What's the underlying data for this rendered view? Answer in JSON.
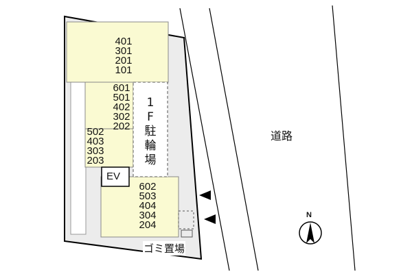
{
  "building": {
    "block_top": [
      "401",
      "301",
      "201",
      "101"
    ],
    "block_mid": [
      "601",
      "501",
      "402",
      "302",
      "202"
    ],
    "block_left": [
      "502",
      "403",
      "303",
      "203"
    ],
    "block_bottom": [
      "602",
      "503",
      "404",
      "304",
      "204"
    ],
    "elevator": "EV",
    "parking_chars": [
      "1",
      "F",
      "駐",
      "輪",
      "場"
    ],
    "garbage": "ゴミ置場"
  },
  "road": {
    "label": "道路"
  },
  "compass": {
    "north": "N"
  },
  "colors": {
    "building_fill": "#fafad2",
    "site_fill": "#ececec",
    "outline": "#000000"
  }
}
